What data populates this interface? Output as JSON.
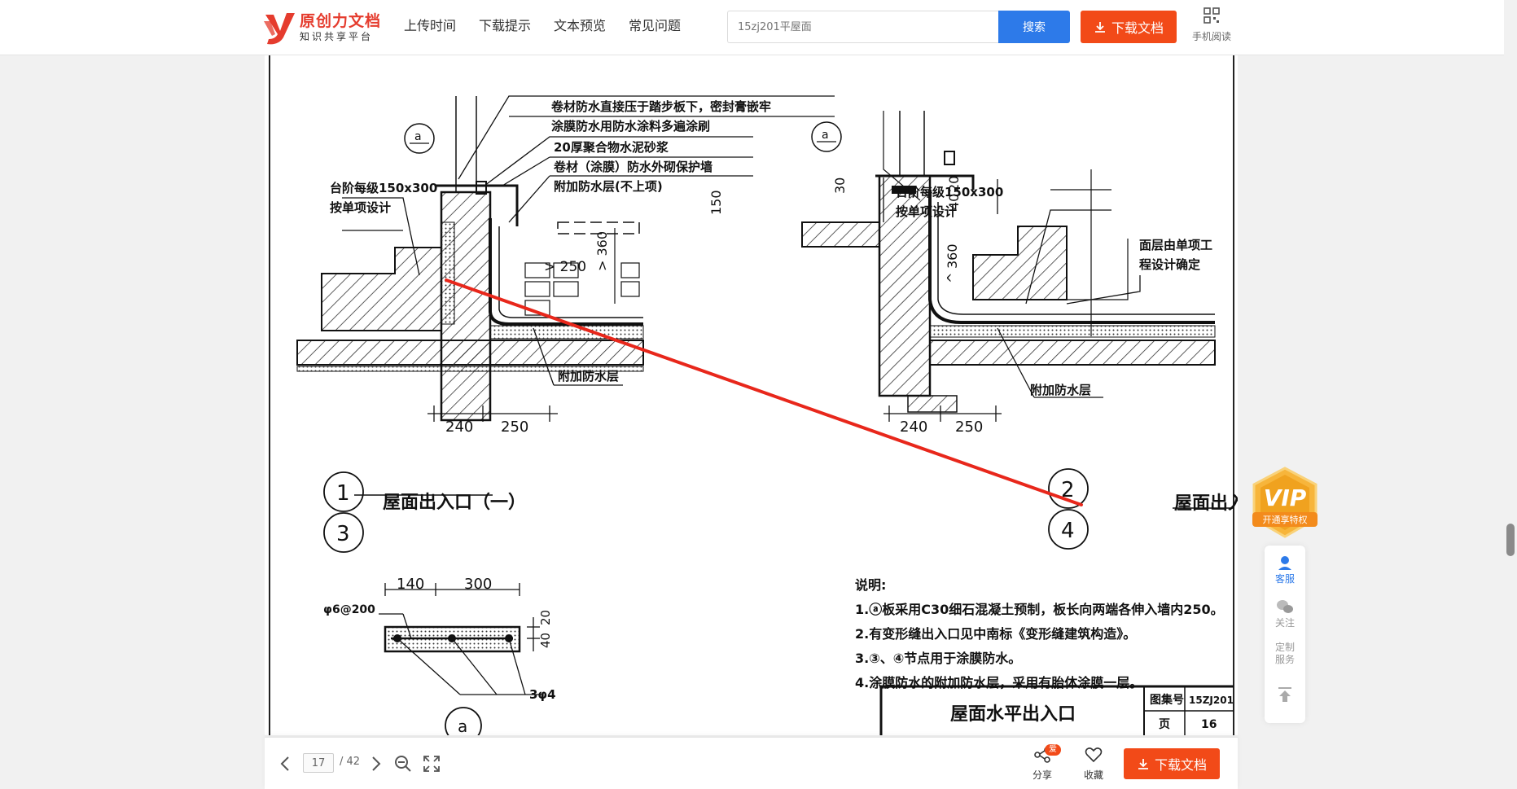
{
  "header": {
    "logo_title": "原创力文档",
    "logo_sub": "知识共享平台",
    "nav": [
      "上传时间",
      "下载提示",
      "文本预览",
      "常见问题"
    ],
    "search_placeholder": "15zj201平屋面",
    "search_label": "搜索",
    "download_label": "下载文档",
    "mobile_label": "手机阅读"
  },
  "drawing": {
    "left_notes": [
      "卷材防水直接压于踏步板下，密封膏嵌牢",
      "涂膜防水用防水涂料多遍涂刷",
      "20厚聚合物水泥砂浆",
      "卷材（涂膜）防水外砌保护墙",
      "附加防水层(不上项)"
    ],
    "step_note_1": "台阶每级150x300",
    "step_note_2": "按单项设计",
    "gt250": "> 250",
    "gt360": "> 360",
    "extra_layer": "附加防水层",
    "dim_240": "240",
    "dim_250": "250",
    "circle_a": "a",
    "num_1": "1",
    "num_2": "2",
    "num_3": "3",
    "num_4": "4",
    "title_left": "屋面出入口（一）",
    "title_right": "屋面出入口（二）",
    "dim_150": "150",
    "dim_30": "30",
    "dim_20": "20",
    "dim_40": "40",
    "dim_360": "360",
    "finish_note_1": "面层由单项工",
    "finish_note_2": "程设计确定",
    "rebar_main": "φ6@200",
    "rebar_sec": "3φ4",
    "dim_140": "140",
    "dim_300": "300",
    "notes_title": "说明:",
    "notes": [
      "1.ⓐ板采用C30细石混凝土预制，板长向两端各伸入墙内250。",
      "2.有变形缝出入口见中南标《变形缝建筑构造》。",
      "3.③、④节点用于涂膜防水。",
      "4.涂膜防水的附加防水层，采用有胎体涂膜一层。"
    ],
    "title_block_title": "屋面水平出入口",
    "atlas_label": "图集号",
    "atlas_value": "15ZJ201",
    "page_label": "页",
    "page_value": "16"
  },
  "toolbar": {
    "current_page": "17",
    "total_pages": "/ 42",
    "share_label": "分享",
    "share_badge": "爱",
    "favorite_label": "收藏",
    "download_label": "下载文档"
  },
  "side": {
    "vip_text": "VIP",
    "vip_sub": "开通享特权",
    "service": "客服",
    "follow": "关注",
    "custom_1": "定制",
    "custom_2": "服务"
  },
  "colors": {
    "brand_red": "#e53c2e",
    "download_orange": "#f24a18",
    "search_blue": "#2d7ae9",
    "annotation_red": "#e8271b"
  }
}
